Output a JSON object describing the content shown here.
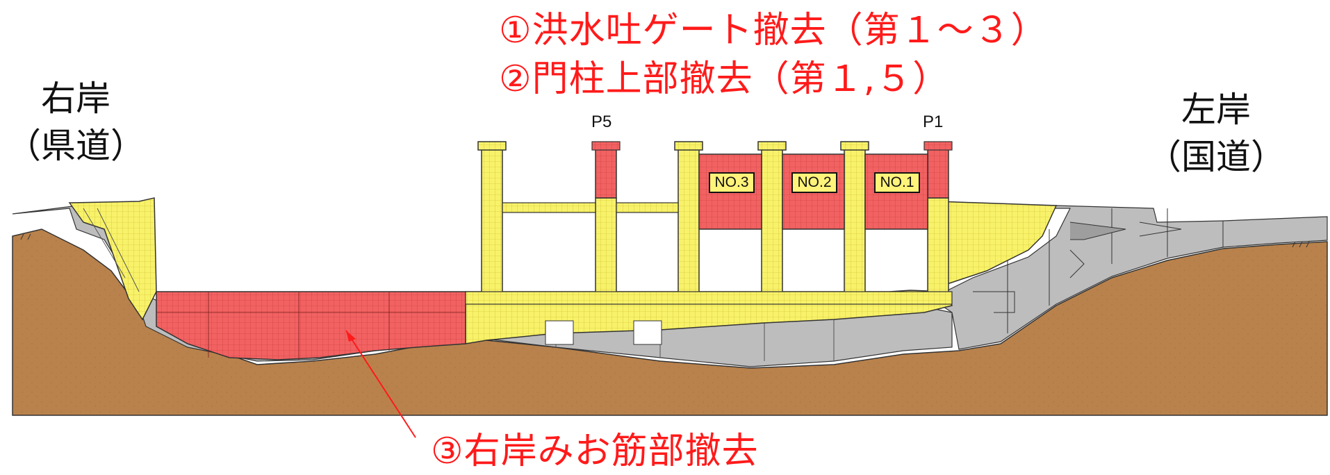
{
  "annotations": {
    "item1": "①洪水吐ゲート撤去（第１～３）",
    "item2": "②門柱上部撤去（第１,５）",
    "item3": "③右岸みお筋部撤去"
  },
  "banks": {
    "right": {
      "line1": "右岸",
      "line2": "（県道）"
    },
    "left": {
      "line1": "左岸",
      "line2": "（国道）"
    }
  },
  "piers": {
    "p5": "P5",
    "p1": "P1"
  },
  "gates": [
    "NO.3",
    "NO.2",
    "NO.1"
  ],
  "colors": {
    "removal": "#f05a5a",
    "retained_structure": "#f8f26a",
    "existing_concrete": "#bdbdbd",
    "ground": "#b9824c",
    "annotation_text": "#ff1a1a"
  }
}
